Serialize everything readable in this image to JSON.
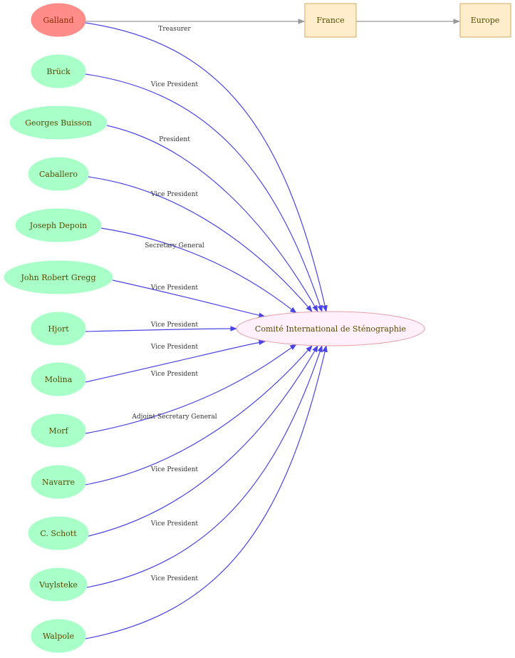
{
  "organization": {
    "label": "Comité International de Sténographie"
  },
  "places": [
    {
      "id": "france",
      "label": "France"
    },
    {
      "id": "europe",
      "label": "Europe"
    }
  ],
  "members": [
    {
      "name": "Galland",
      "role": "Treasurer",
      "color": "#ff8c88"
    },
    {
      "name": "Brück",
      "role": "Vice President",
      "color": "#a8ffc8"
    },
    {
      "name": "Georges Buisson",
      "role": "President",
      "color": "#a8ffc8"
    },
    {
      "name": "Caballero",
      "role": "Vice President",
      "color": "#a8ffc8"
    },
    {
      "name": "Joseph Depoin",
      "role": "Secretary General",
      "color": "#a8ffc8"
    },
    {
      "name": "John Robert Gregg",
      "role": "Vice President",
      "color": "#a8ffc8"
    },
    {
      "name": "Hjort",
      "role": "Vice President",
      "color": "#a8ffc8"
    },
    {
      "name": "Molina",
      "role": "Vice President",
      "color": "#a8ffc8"
    },
    {
      "name": "Morf",
      "role": "Vice President",
      "color": "#a8ffc8"
    },
    {
      "name": "Navarre",
      "role": "Adjoint Secretary General",
      "color": "#a8ffc8"
    },
    {
      "name": "C. Schott",
      "role": "Vice President",
      "color": "#a8ffc8"
    },
    {
      "name": "Vuylsteke",
      "role": "Vice President",
      "color": "#a8ffc8"
    },
    {
      "name": "Walpole",
      "role": "Vice President",
      "color": "#a8ffc8"
    }
  ],
  "colors": {
    "edge": "#4a44e6",
    "place_edge": "#999999",
    "member_fill": "#a8ffc8",
    "highlight_fill": "#ff8c88",
    "org_fill": "#fff0fb",
    "place_fill": "#ffedcc"
  }
}
